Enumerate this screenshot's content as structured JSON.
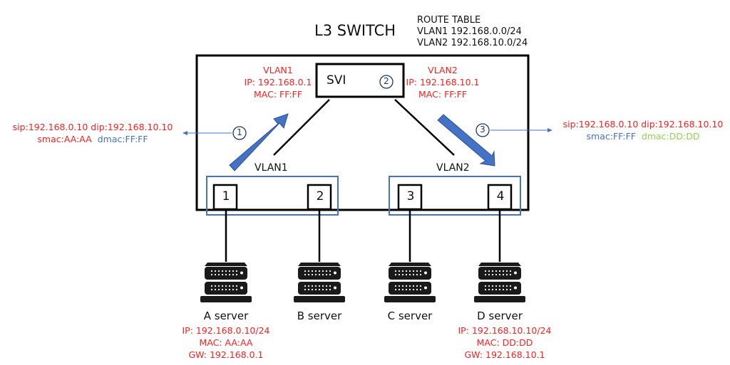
{
  "title": "L3 SWITCH",
  "route_table": {
    "header": "ROUTE TABLE",
    "entries": [
      "VLAN1 192.168.0.0/24",
      "VLAN2 192.168.10.0/24"
    ]
  },
  "svi": {
    "label": "SVI",
    "step": "2",
    "vlan1": {
      "name": "VLAN1",
      "ip": "IP: 192.168.0.1",
      "mac": "MAC: FF:FF"
    },
    "vlan2": {
      "name": "VLAN2",
      "ip": "IP: 192.168.10.1",
      "mac": "MAC: FF:FF"
    }
  },
  "vlan_labels": [
    "VLAN1",
    "VLAN2"
  ],
  "ports": [
    "1",
    "2",
    "3",
    "4"
  ],
  "steps": {
    "step1": "1",
    "step3": "3"
  },
  "packet_in": {
    "sip": "sip:192.168.0.10",
    "dip": "dip:192.168.10.10",
    "smac": "smac:AA:AA",
    "dmac": "dmac:FF:FF"
  },
  "packet_out": {
    "sip": "sip:192.168.0.10",
    "dip": "dip:192.168.10.10",
    "smac": "smac:FF:FF",
    "dmac": "dmac:DD:DD"
  },
  "servers": [
    {
      "name": "A server",
      "ip": "IP: 192.168.0.10/24",
      "mac": "MAC: AA:AA",
      "gw": "GW: 192.168.0.1"
    },
    {
      "name": "B server"
    },
    {
      "name": "C server"
    },
    {
      "name": "D server",
      "ip": "IP: 192.168.10.10/24",
      "mac": "MAC: DD:DD",
      "gw": "GW: 192.168.10.1"
    }
  ],
  "colors": {
    "red": "#ff1e1e",
    "blue": "#4472c4",
    "green": "#92d050",
    "arrow": "#4472c4"
  }
}
